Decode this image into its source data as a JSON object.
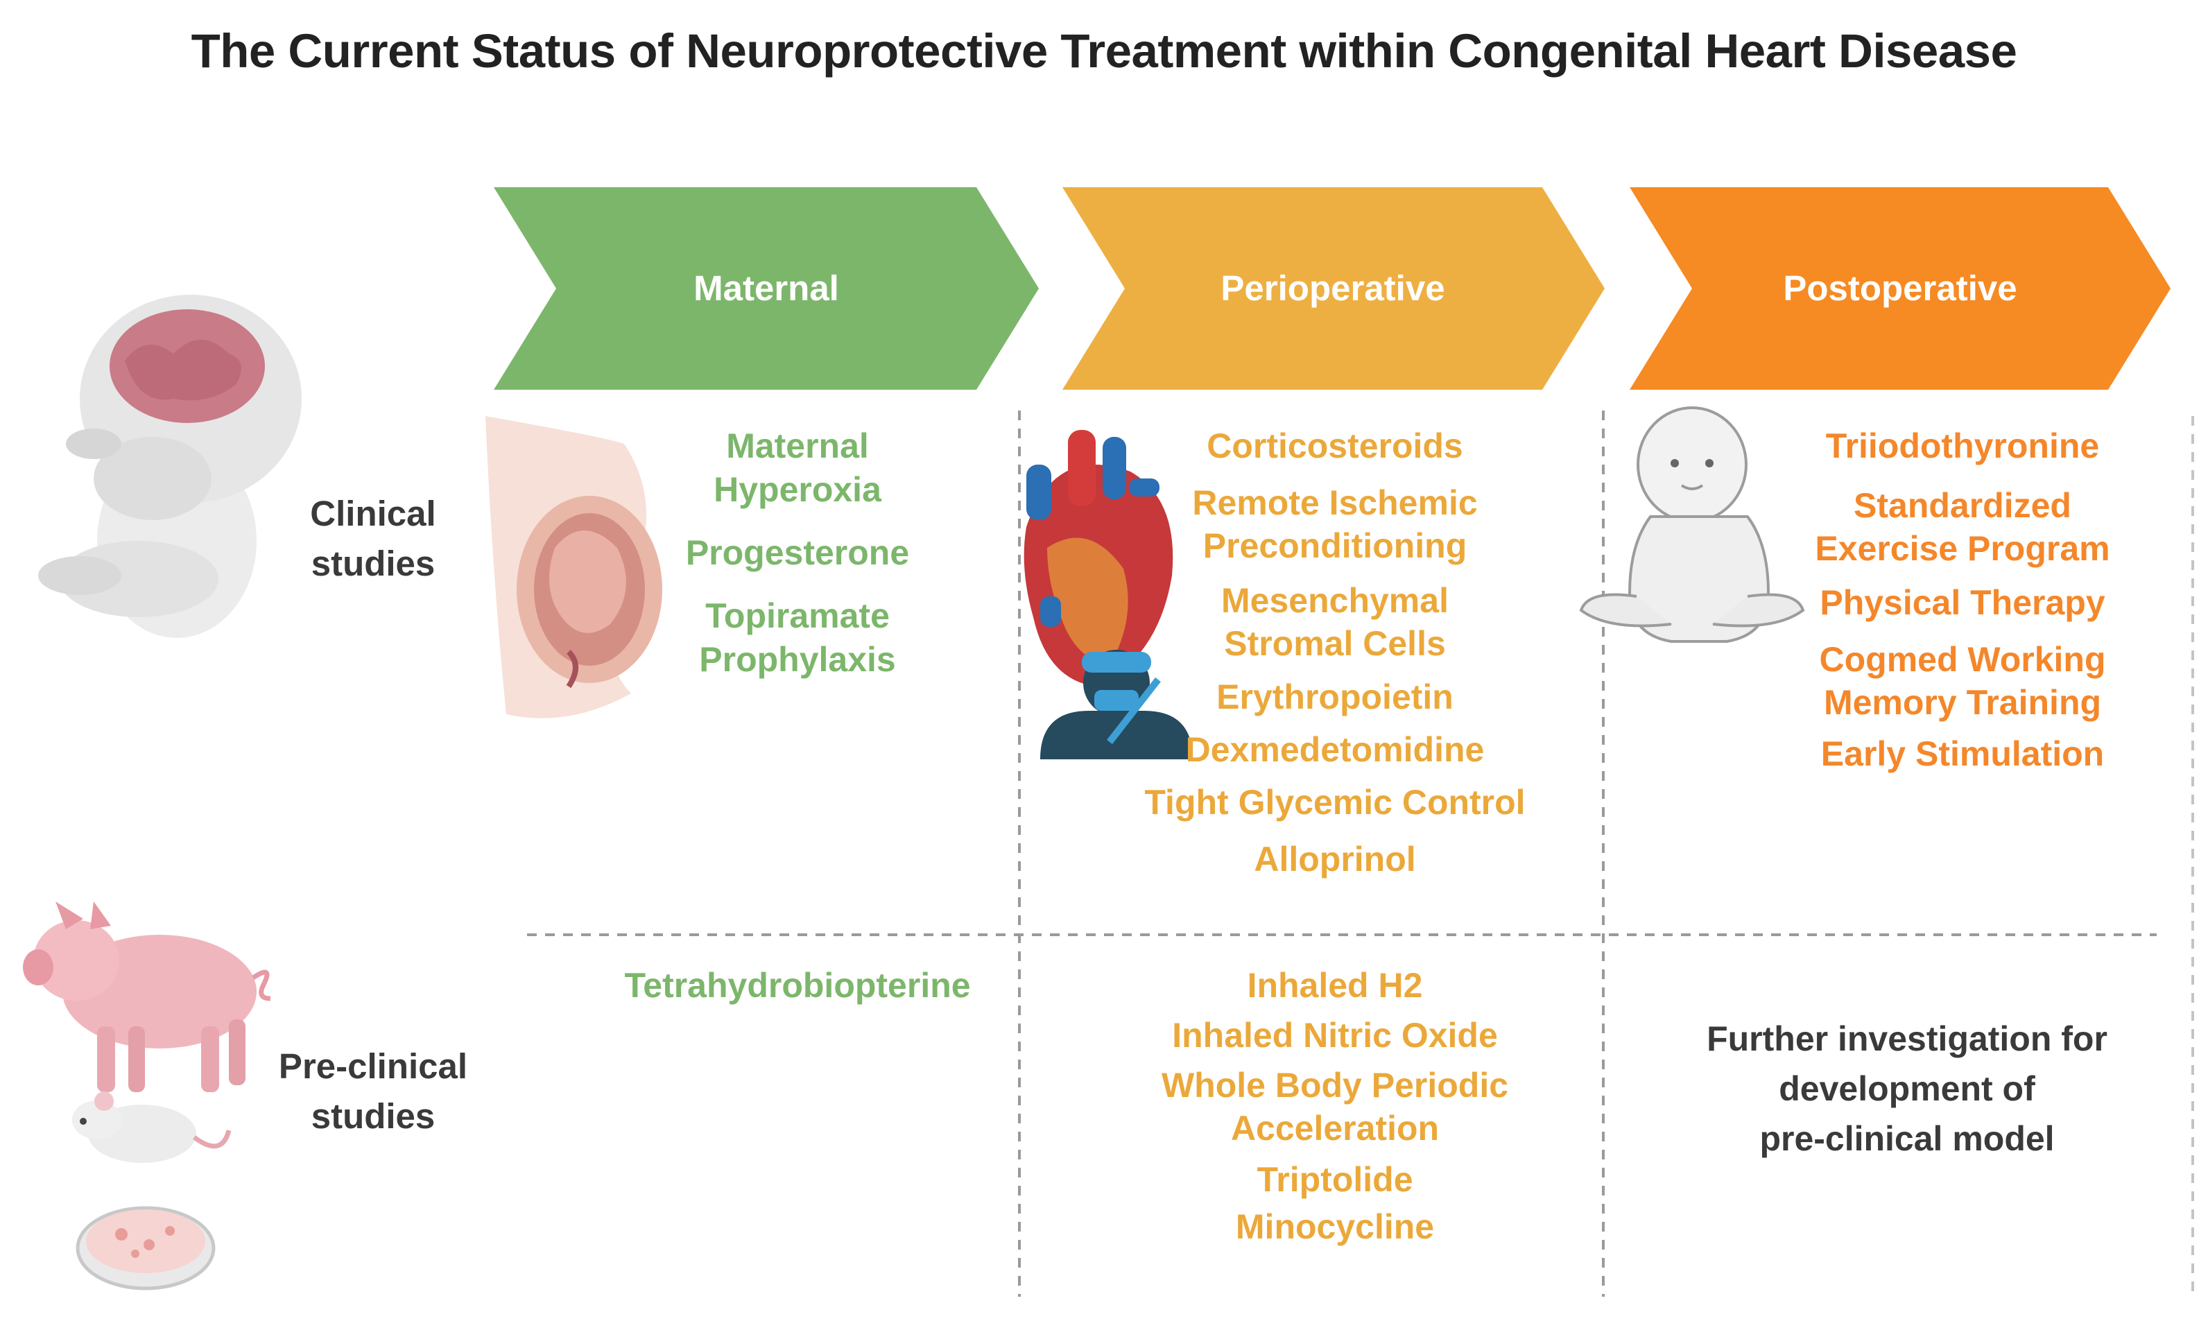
{
  "title": "The Current Status of Neuroprotective Treatment within Congenital Heart Disease",
  "colors": {
    "maternal": "#7cb66b",
    "perioperative": "#eeaf42",
    "postoperative": "#f68a23",
    "divider": "#9a9a9a",
    "label": "#3a3a3a"
  },
  "stages": [
    {
      "label": "Maternal"
    },
    {
      "label": "Perioperative"
    },
    {
      "label": "Postoperative"
    }
  ],
  "rows": {
    "clinical": {
      "label_line1": "Clinical",
      "label_line2": "studies"
    },
    "preclinical": {
      "label_line1": "Pre-clinical",
      "label_line2": "studies"
    }
  },
  "clinical": {
    "maternal": [
      "Maternal\nHyperoxia",
      "Progesterone",
      "Topiramate\nProphylaxis"
    ],
    "perioperative": [
      "Corticosteroids",
      "Remote Ischemic\nPreconditioning",
      "Mesenchymal\nStromal Cells",
      "Erythropoietin",
      "Dexmedetomidine",
      "Tight Glycemic Control",
      "Alloprinol"
    ],
    "postoperative": [
      "Triiodothyronine",
      "Standardized\nExercise Program",
      "Physical Therapy",
      "Cogmed Working\nMemory Training",
      "Early Stimulation"
    ]
  },
  "preclinical": {
    "maternal": [
      "Tetrahydrobiopterine"
    ],
    "perioperative": [
      "Inhaled H2",
      "Inhaled Nitric Oxide",
      "Whole Body Periodic\nAcceleration",
      "Triptolide",
      "Minocycline"
    ],
    "postoperative_note": {
      "line1": "Further investigation for",
      "line2": "development of",
      "line3": "pre-clinical model"
    }
  },
  "icons": [
    "fetus-icon",
    "pregnant-belly-icon",
    "heart-icon",
    "surgeon-icon",
    "baby-icon",
    "pig-icon",
    "mouse-icon",
    "petri-dish-icon"
  ]
}
